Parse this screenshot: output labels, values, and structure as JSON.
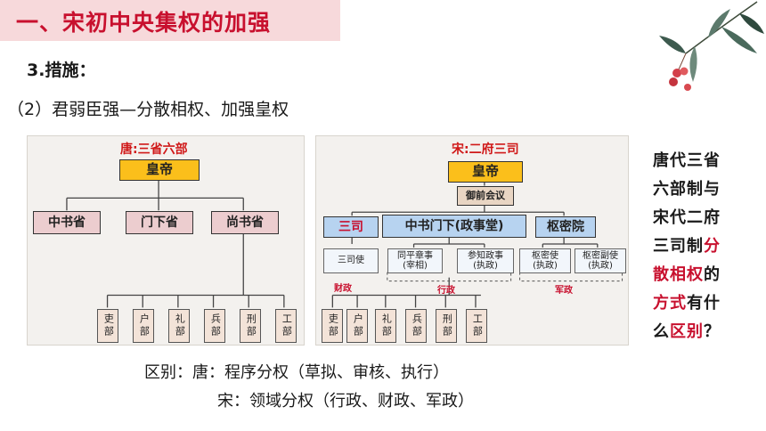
{
  "header": {
    "title": "一、宋初中央集权的加强"
  },
  "section": {
    "label": "3.措施："
  },
  "subhead": {
    "text": "（2）君弱臣强—分散相权、加强皇权"
  },
  "tang": {
    "title": "唐:三省六部",
    "emperor": "皇帝",
    "provinces": [
      "中书省",
      "门下省",
      "尚书省"
    ],
    "ministries": [
      "吏部",
      "户部",
      "礼部",
      "兵部",
      "刑部",
      "工部"
    ]
  },
  "song": {
    "title": "宋:二府三司",
    "emperor": "皇帝",
    "council": "御前会议",
    "branches": [
      "三司",
      "中书门下(政事堂)",
      "枢密院"
    ],
    "officials": [
      "三司使",
      "同平章事\n(宰相)",
      "参知政事\n(执政)",
      "枢密使\n(执政)",
      "枢密副使\n(执政)"
    ],
    "categories": [
      "财政",
      "行政",
      "军政"
    ],
    "ministries": [
      "吏部",
      "户部",
      "礼部",
      "兵部",
      "刑部",
      "工部"
    ]
  },
  "question": {
    "lines": [
      "唐代三省",
      "六部制与",
      "宋代二府",
      "三司制",
      "分",
      "散相权",
      "的",
      "方式",
      "有什",
      "么",
      "区别",
      "？"
    ]
  },
  "difference": {
    "line1": "区别：唐：程序分权（草拟、审核、执行）",
    "line2": "宋：领域分权（行政、财政、军政）"
  },
  "colors": {
    "accent": "#c8102e",
    "emperor": "#fbbf1b",
    "pink": "#eccdcf",
    "blue": "#b7d3f0"
  },
  "decoration": {
    "icon": "leaf-berry-branch"
  }
}
